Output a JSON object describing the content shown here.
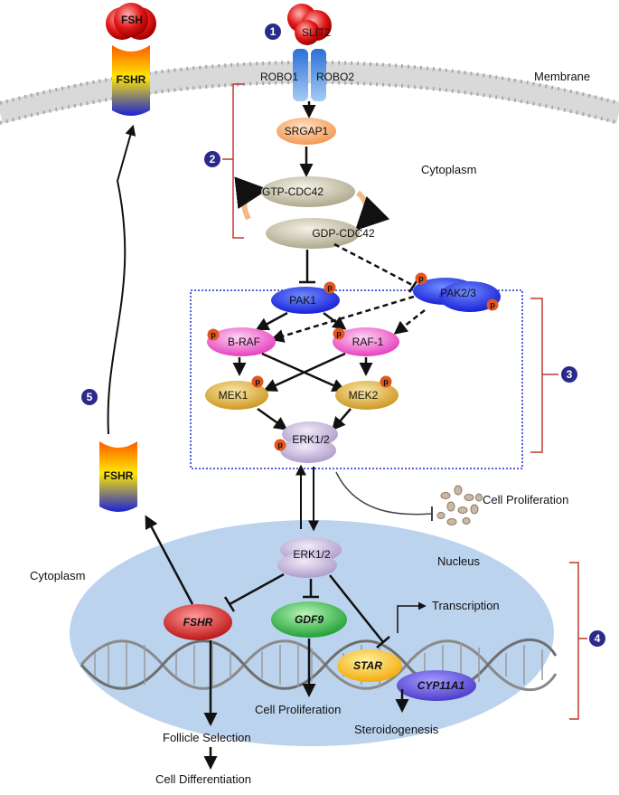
{
  "labels": {
    "membrane": "Membrane",
    "cytoplasm_top": "Cytoplasm",
    "cytoplasm_left": "Cytoplasm",
    "nucleus": "Nucleus",
    "cell_proliferation_mid": "Cell Proliferation",
    "transcription": "Transcription",
    "cell_proliferation_bottom": "Cell Proliferation",
    "steroidogenesis": "Steroidogenesis",
    "follicle_selection": "Follicle Selection",
    "cell_differentiation": "Cell Differentiation"
  },
  "nodes": {
    "fsh": "FSH",
    "fshr_membrane": "FSHR",
    "fshr_cytoplasm": "FSHR",
    "slit2": "SLIT2",
    "robo1": "ROBO1",
    "robo2": "ROBO2",
    "srgap1": "SRGAP1",
    "gtp_cdc42": "GTP-CDC42",
    "gdp_cdc42": "GDP-CDC42",
    "pak1": "PAK1",
    "pak23": "PAK2/3",
    "braf": "B-RAF",
    "raf1": "RAF-1",
    "mek1": "MEK1",
    "mek2": "MEK2",
    "erk_cyto": "ERK1/2",
    "erk_nuc": "ERK1/2",
    "fshr_gene": "FSHR",
    "gdf9_gene": "GDF9",
    "star_gene": "STAR",
    "cyp11a1_gene": "CYP11A1"
  },
  "phospho_label": "p",
  "steps": [
    "1",
    "2",
    "3",
    "4",
    "5"
  ],
  "colors": {
    "step_badge": "#2a2a8c",
    "bracket": "#c0392b",
    "nucleus": "#bcd3ee",
    "pathway_box": "#1d2ccf",
    "phospho": "#e2571e"
  }
}
